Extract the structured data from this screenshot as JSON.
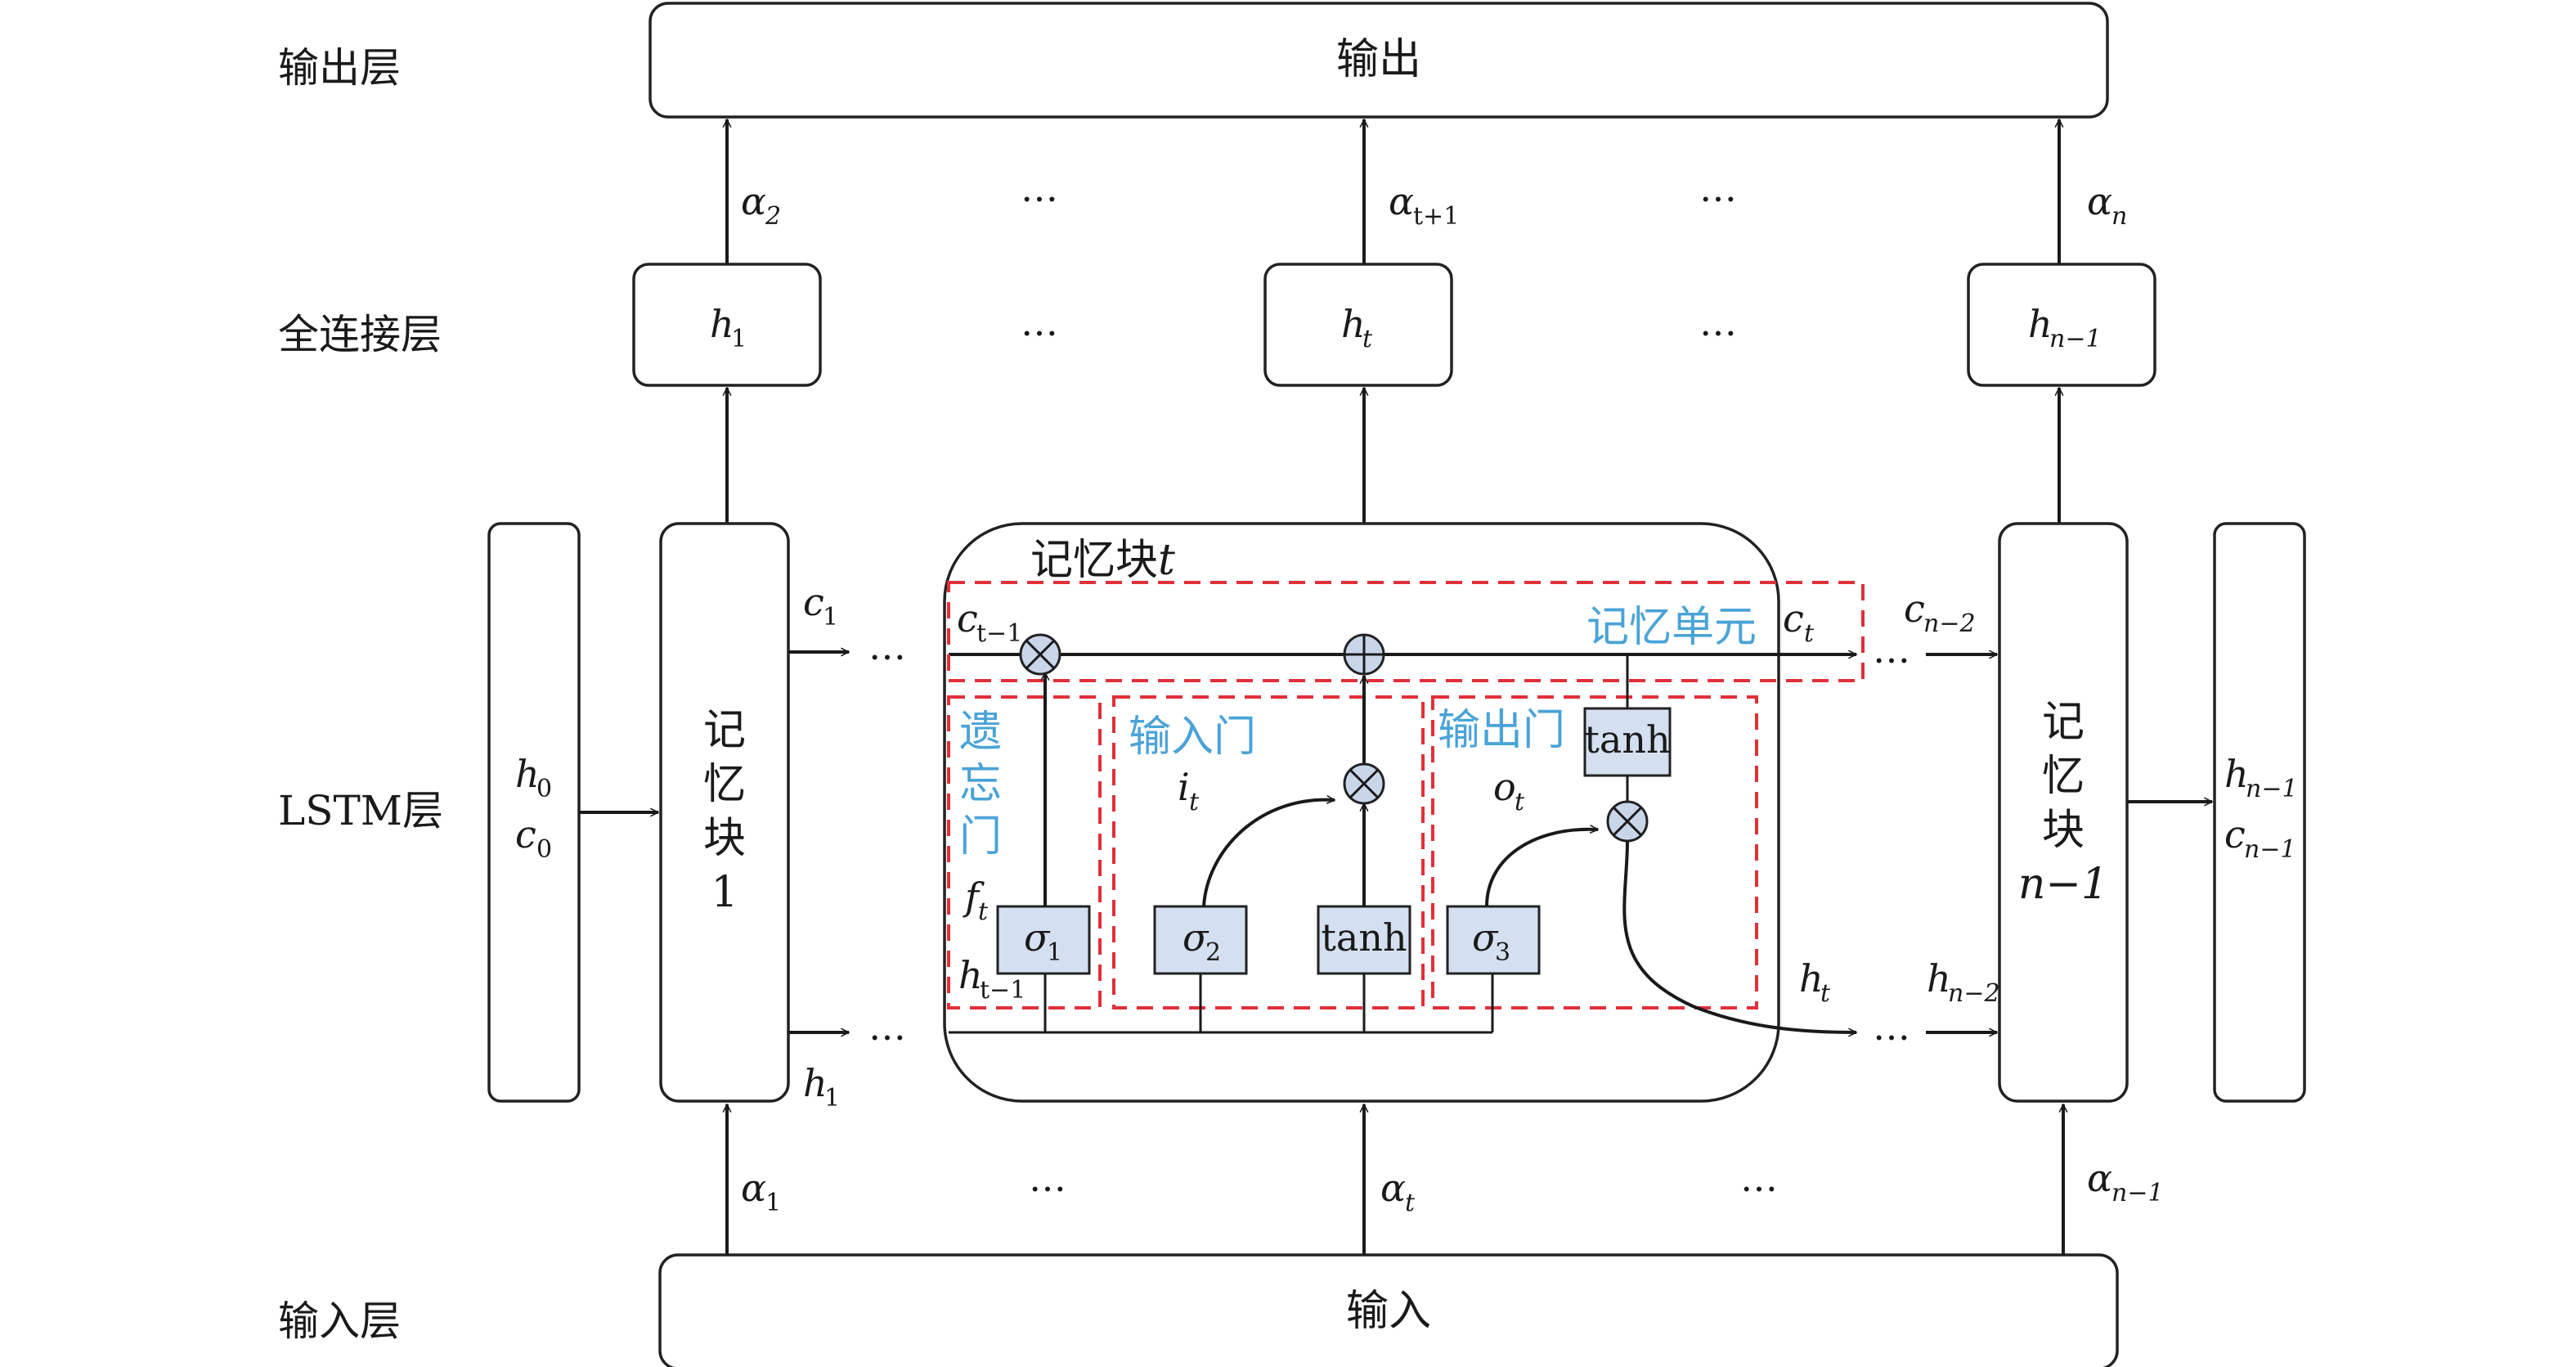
{
  "layers": {
    "output": "输出层",
    "fc": "全连接层",
    "lstm": "LSTM层",
    "input": "输入层"
  },
  "boxes": {
    "output": "输出",
    "input": "输入",
    "h1": "h",
    "h1_sub": "1",
    "ht": "h",
    "ht_sub": "t",
    "hn1": "h",
    "hn1_sub": "n−1",
    "init_h": "h",
    "init_h_sub": "0",
    "init_c": "c",
    "init_c_sub": "0",
    "final_h": "h",
    "final_h_sub": "n−1",
    "final_c": "c",
    "final_c_sub": "n−1"
  },
  "blocks": {
    "first": [
      "记",
      "忆",
      "块",
      "1"
    ],
    "last": [
      "记",
      "忆",
      "块",
      "n−1"
    ],
    "middle_title": "记忆块",
    "middle_title_t": "t"
  },
  "gates": {
    "forget": [
      "遗",
      "忘",
      "门"
    ],
    "input": "输入门",
    "output": "输出门",
    "cell": "记忆单元",
    "sigma1": "σ",
    "sigma1_sub": "1",
    "sigma2": "σ",
    "sigma2_sub": "2",
    "sigma3": "σ",
    "sigma3_sub": "3",
    "tanh1": "tanh",
    "tanh2": "tanh",
    "f": "f",
    "f_sub": "t",
    "i": "i",
    "i_sub": "t",
    "o": "o",
    "o_sub": "t",
    "ct_prev": "c",
    "ct_prev_sub": "t−1",
    "ct": "c",
    "ct_sub": "t",
    "ht_prev": "h",
    "ht_prev_sub": "t−1"
  },
  "signals": {
    "c1": "c",
    "c1_sub": "1",
    "h1": "h",
    "h1_sub": "1",
    "ht": "h",
    "ht_sub": "t",
    "cn2": "c",
    "cn2_sub": "n−2",
    "hn2": "h",
    "hn2_sub": "n−2",
    "a1": "α",
    "a1_sub": "1",
    "at": "α",
    "at_sub": "t",
    "an1": "α",
    "an1_sub": "n−1",
    "a2": "α",
    "a2_sub": "2",
    "at1": "α",
    "at1_sub": "t+1",
    "an": "α",
    "an_sub": "n"
  },
  "ellipsis": "…",
  "colors": {
    "dashed": "#e0303a",
    "gate_fill": "#d4dff0",
    "chinese_label": "#4aa3d8"
  }
}
